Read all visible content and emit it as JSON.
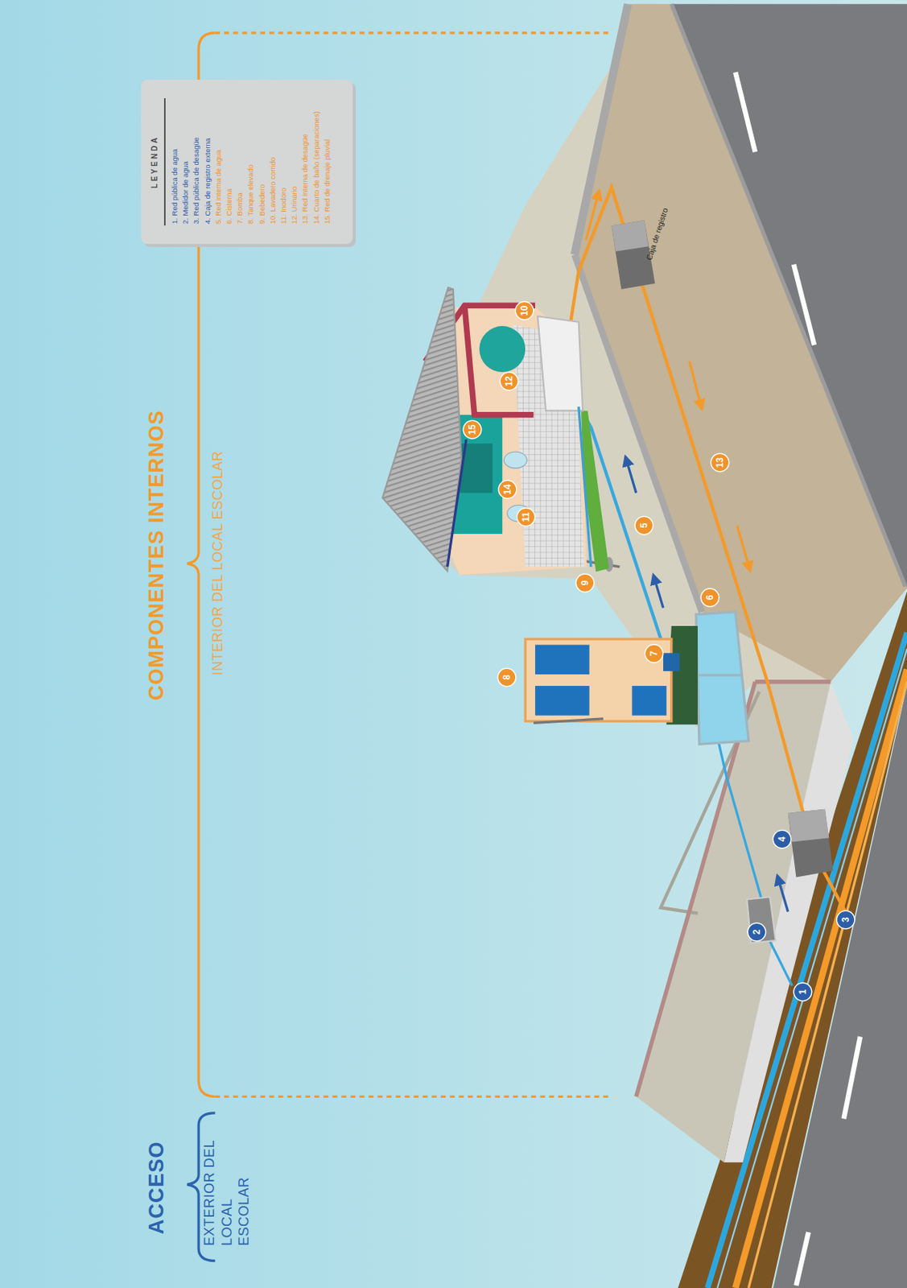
{
  "diagram": {
    "labels": [
      "LEYENDA",
      "COMPONENTES INTERNOS",
      "INTERIOR DEL LOCAL ESCOLAR",
      "ACCESO",
      "EXTERIOR DEL LOCAL ESCOLAR",
      "Caja de registro",
      "1",
      "2",
      "3",
      "4",
      "5",
      "6",
      "7",
      "8",
      "9",
      "10",
      "11",
      "12",
      "13",
      "14",
      "15"
    ],
    "legend": [
      {
        "text": "1. Red pública de agua"
      },
      {
        "text": "2. Medidor de agua"
      },
      {
        "text": "3. Red pública de desagüe"
      },
      {
        "text": "4. Caja de registro externa"
      },
      {
        "text": "5. Red interna de agua"
      },
      {
        "text": "6. Cisterna"
      },
      {
        "text": "7. Bomba"
      },
      {
        "text": "8. Tanque elevado"
      },
      {
        "text": "9. Bebedero"
      },
      {
        "text": "10. Lavadero corrido"
      },
      {
        "text": "11. Inodoro"
      },
      {
        "text": "12. Urinario"
      },
      {
        "text": "13. Red interna de desagüe"
      },
      {
        "text": "14. Cuarto de baño (separaciones)"
      },
      {
        "text": "15. Red de drenaje pluvial"
      }
    ]
  }
}
